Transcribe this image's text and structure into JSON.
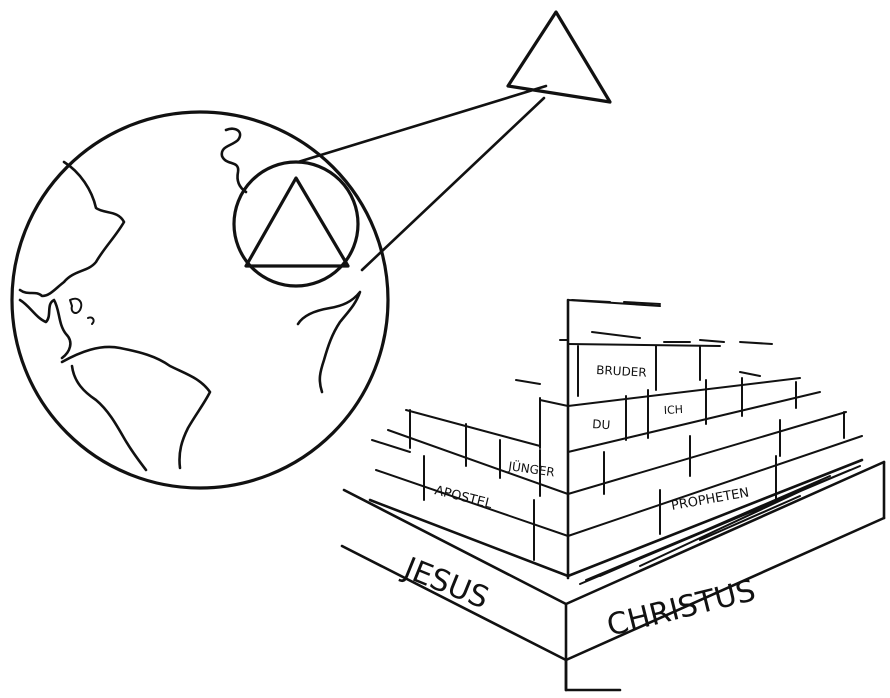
{
  "labels": {
    "foundation_left": "JESUS",
    "foundation_right": "CHRISTUS",
    "brick_apostel": "APOSTEL",
    "brick_juenger": "JÜNGER",
    "brick_propheten": "PROPHETEN",
    "brick_du": "DU",
    "brick_ich": "ICH",
    "brick_bruder": "BRUDER"
  },
  "colors": {
    "ink": "#111111",
    "paper": "#ffffff"
  },
  "icons": [
    "globe-icon",
    "triangle-icon"
  ]
}
